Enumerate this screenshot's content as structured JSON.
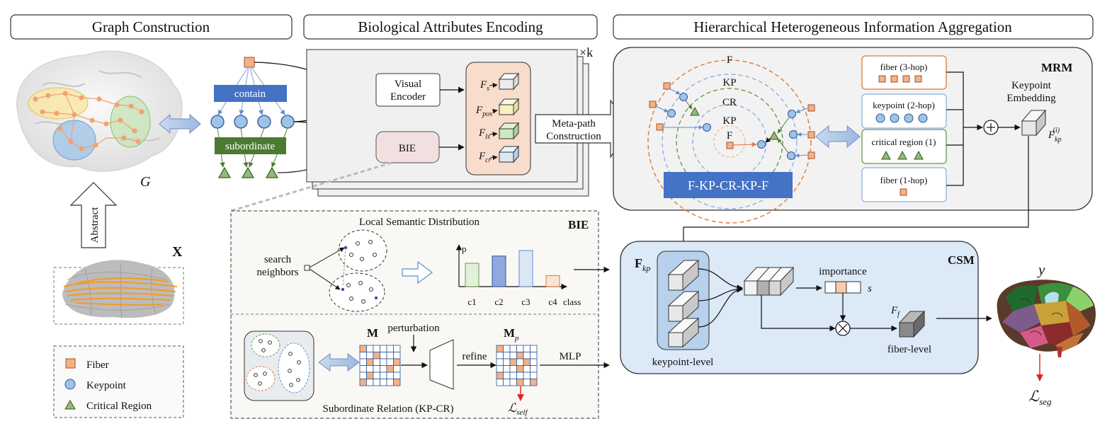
{
  "sections": {
    "graph_construction": "Graph Construction",
    "bio_encoding": "Biological Attributes Encoding",
    "hier_aggregation": "Hierarchical Heterogeneous Information Aggregation"
  },
  "graph": {
    "G": "G",
    "X": "X",
    "abstract": "Abstract",
    "contain": "contain",
    "subordinate": "subordinate",
    "legend": [
      "Fiber",
      "Keypoint",
      "Critical Region"
    ]
  },
  "encoder": {
    "times_k": "×k",
    "visual_encoder_line1": "Visual",
    "visual_encoder_line2": "Encoder",
    "bie": "BIE",
    "features": [
      {
        "base": "F",
        "sub": "s"
      },
      {
        "base": "F",
        "sub": "pos"
      },
      {
        "base": "F",
        "sub": "ls"
      },
      {
        "base": "F",
        "sub": "cr"
      }
    ],
    "meta_path_line1": "Meta-path",
    "meta_path_line2": "Construction"
  },
  "mrm": {
    "title": "MRM",
    "rings": [
      "F",
      "KP",
      "CR",
      "KP",
      "F"
    ],
    "path_label": "F-KP-CR-KP-F",
    "hops": [
      "fiber (3-hop)",
      "keypoint (2-hop)",
      "critical region (1)",
      "fiber (1-hop)"
    ],
    "kp_embed_line1": "Keypoint",
    "kp_embed_line2": "Embedding",
    "F_kp": {
      "base": "F",
      "sub": "kp",
      "sup": "(i)"
    }
  },
  "bie_panel": {
    "title": "BIE",
    "local_semantic": "Local Semantic Distribution",
    "search_line1": "search",
    "search_line2": "neighbors",
    "p_label": "p",
    "class_label": "class",
    "chart_categories": [
      "c1",
      "c2",
      "c3",
      "c4"
    ],
    "chart_values": [
      0.55,
      0.72,
      0.85,
      0.26
    ],
    "M": "M",
    "Mp_base": "M",
    "Mp_sub": "p",
    "perturbation": "perturbation",
    "refine": "refine",
    "mlp": "MLP",
    "loss_self_base": "ℒ",
    "loss_self_sub": "self",
    "subordinate_relation": "Subordinate Relation (KP-CR)"
  },
  "csm": {
    "title": "CSM",
    "Fkp_base": "F",
    "Fkp_sub": "kp",
    "keypoint_level": "keypoint-level",
    "importance": "importance",
    "s": "s",
    "Ff_base": "F",
    "Ff_sub": "f",
    "fiber_level": "fiber-level"
  },
  "output": {
    "y": "y",
    "loss_seg_base": "ℒ",
    "loss_seg_sub": "seg"
  },
  "colors": {
    "contain_blue": "#4472c4",
    "subordinate_green": "#4d7a32",
    "fiber_orange": "#f4b183",
    "keypoint_blue": "#9dc3e6",
    "region_green": "#8fbc7a",
    "csm_bg": "#dce9f7",
    "encoder_peach": "#f8dccc"
  }
}
